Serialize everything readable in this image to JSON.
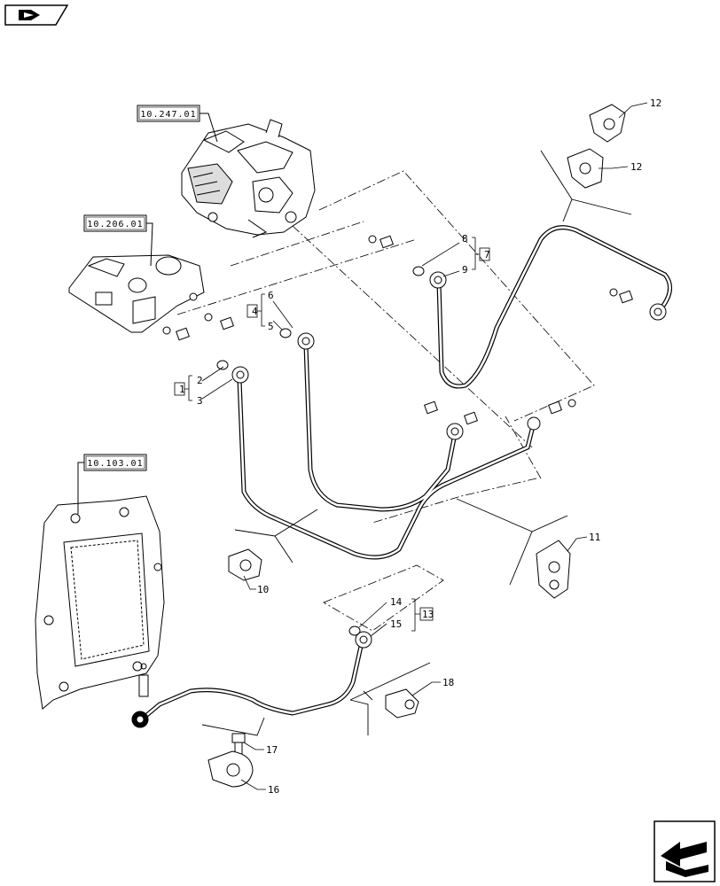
{
  "references": {
    "pump": "10.247.01",
    "filter": "10.206.01",
    "ecu": "10.103.01"
  },
  "callouts": {
    "c1": "1",
    "c2": "2",
    "c3": "3",
    "c4": "4",
    "c5": "5",
    "c6": "6",
    "c7": "7",
    "c8": "8",
    "c9": "9",
    "c10": "10",
    "c11": "11",
    "c12a": "12",
    "c12b": "12",
    "c13": "13",
    "c14": "14",
    "c15": "15",
    "c16": "16",
    "c17": "17",
    "c18": "18"
  },
  "icons": {
    "top_nav": "catalog-book-icon",
    "bottom_nav": "previous-page-arrow-icon"
  }
}
